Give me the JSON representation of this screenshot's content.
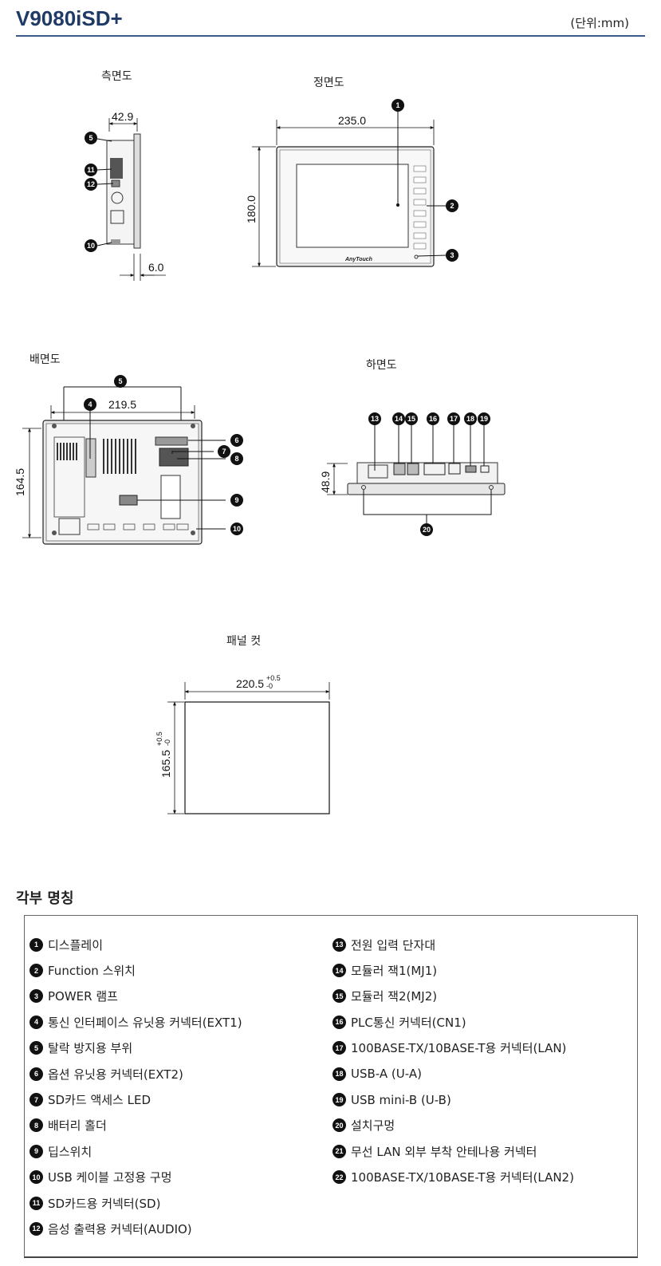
{
  "header": {
    "title": "V9080iSD+",
    "unit": "(단위:mm)"
  },
  "views": {
    "side": {
      "title": "측면도",
      "dim_top": "42.9",
      "dim_bottom": "6.0"
    },
    "front": {
      "title": "정면도",
      "dim_width": "235.0",
      "dim_height": "180.0",
      "brand": "AnyTouch"
    },
    "back": {
      "title": "배면도",
      "dim_width": "219.5",
      "dim_height": "164.5"
    },
    "bottom": {
      "title": "하면도",
      "dim_height": "48.9"
    },
    "panel_cut": {
      "title": "패널 컷",
      "dim_width": "220.5",
      "dim_width_tol_plus": "+0.5",
      "dim_width_tol_minus": "-0",
      "dim_height": "165.5",
      "dim_height_tol_plus": "+0.5",
      "dim_height_tol_minus": "-0"
    }
  },
  "callouts": [
    "1",
    "2",
    "3",
    "4",
    "5",
    "6",
    "7",
    "8",
    "9",
    "10",
    "11",
    "12",
    "13",
    "14",
    "15",
    "16",
    "17",
    "18",
    "19",
    "20"
  ],
  "parts_section": {
    "title": "각부 명칭",
    "left": [
      {
        "num": "1",
        "label": "디스플레이"
      },
      {
        "num": "2",
        "label": "Function 스위치"
      },
      {
        "num": "3",
        "label": "POWER 램프"
      },
      {
        "num": "4",
        "label": "통신 인터페이스 유닛용 커넥터(EXT1)"
      },
      {
        "num": "5",
        "label": "탈락 방지용 부위"
      },
      {
        "num": "6",
        "label": "옵션 유닛용 커넥터(EXT2)"
      },
      {
        "num": "7",
        "label": "SD카드 액세스 LED"
      },
      {
        "num": "8",
        "label": "배터리 홀더"
      },
      {
        "num": "9",
        "label": "딥스위치"
      },
      {
        "num": "10",
        "label": "USB 케이블 고정용 구멍"
      },
      {
        "num": "11",
        "label": "SD카드용 커넥터(SD)"
      },
      {
        "num": "12",
        "label": "음성 출력용 커넥터(AUDIO)"
      }
    ],
    "right": [
      {
        "num": "13",
        "label": "전원 입력 단자대"
      },
      {
        "num": "14",
        "label": "모듈러 잭1(MJ1)"
      },
      {
        "num": "15",
        "label": "모듈러 잭2(MJ2)"
      },
      {
        "num": "16",
        "label": "PLC통신 커넥터(CN1)"
      },
      {
        "num": "17",
        "label": "100BASE-TX/10BASE-T용 커넥터(LAN)"
      },
      {
        "num": "18",
        "label": "USB-A (U-A)"
      },
      {
        "num": "19",
        "label": "USB mini-B (U-B)"
      },
      {
        "num": "20",
        "label": "설치구멍"
      },
      {
        "num": "21",
        "label": "무선 LAN 외부 부착 안테나용 커넥터"
      },
      {
        "num": "22",
        "label": "100BASE-TX/10BASE-T용 커넥터(LAN2)"
      }
    ]
  }
}
